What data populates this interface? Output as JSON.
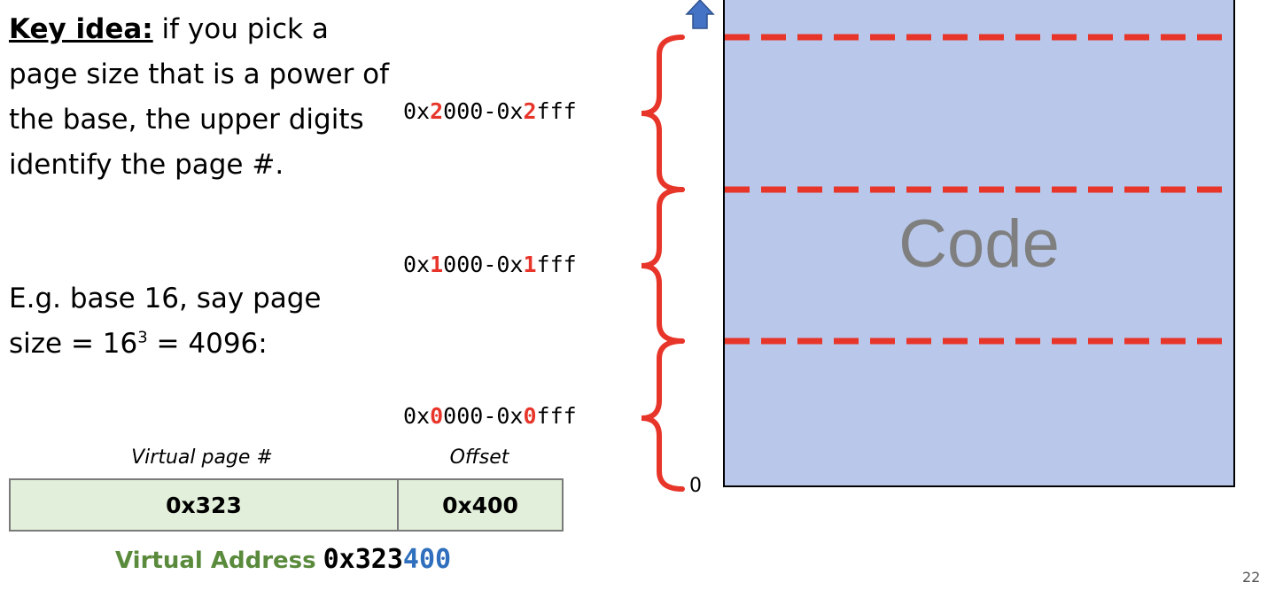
{
  "key_idea": {
    "label": "Key idea:",
    "text": " if you pick a page size that is a power of the base, the upper digits identify the page #."
  },
  "example": {
    "line1": "E.g. base 16, say page",
    "line2_start": "size = 16",
    "exponent": "3",
    "line2_end": " = 4096:"
  },
  "ranges": [
    {
      "start_prefix": "0x",
      "start_digit": "2",
      "start_rest": "000",
      "sep": "-0x",
      "end_digit": "2",
      "end_rest": "fff"
    },
    {
      "start_prefix": "0x",
      "start_digit": "1",
      "start_rest": "000",
      "sep": "-0x",
      "end_digit": "1",
      "end_rest": "fff"
    },
    {
      "start_prefix": "0x",
      "start_digit": "0",
      "start_rest": "000",
      "sep": "-0x",
      "end_digit": "0",
      "end_rest": "fff"
    }
  ],
  "table": {
    "page_header": "Virtual page #",
    "offset_header": "Offset",
    "page_value": "0x323",
    "offset_value": "0x400"
  },
  "virtual_address": {
    "label": "Virtual Address",
    "page_part": "0x323",
    "offset_part": "400"
  },
  "memory": {
    "code_label": "Code",
    "zero_label": "0"
  },
  "slide_number": "22",
  "colors": {
    "memory_fill": "#b9c8ea",
    "page_boundary": "#e8352a",
    "brace": "#e8352a",
    "up_arrow": "#4472c4",
    "va_label": "#5a8a3c",
    "offset_digits": "#2f6fbd",
    "table_fill": "#e2efda"
  },
  "icons": [
    "up-arrow-icon"
  ]
}
